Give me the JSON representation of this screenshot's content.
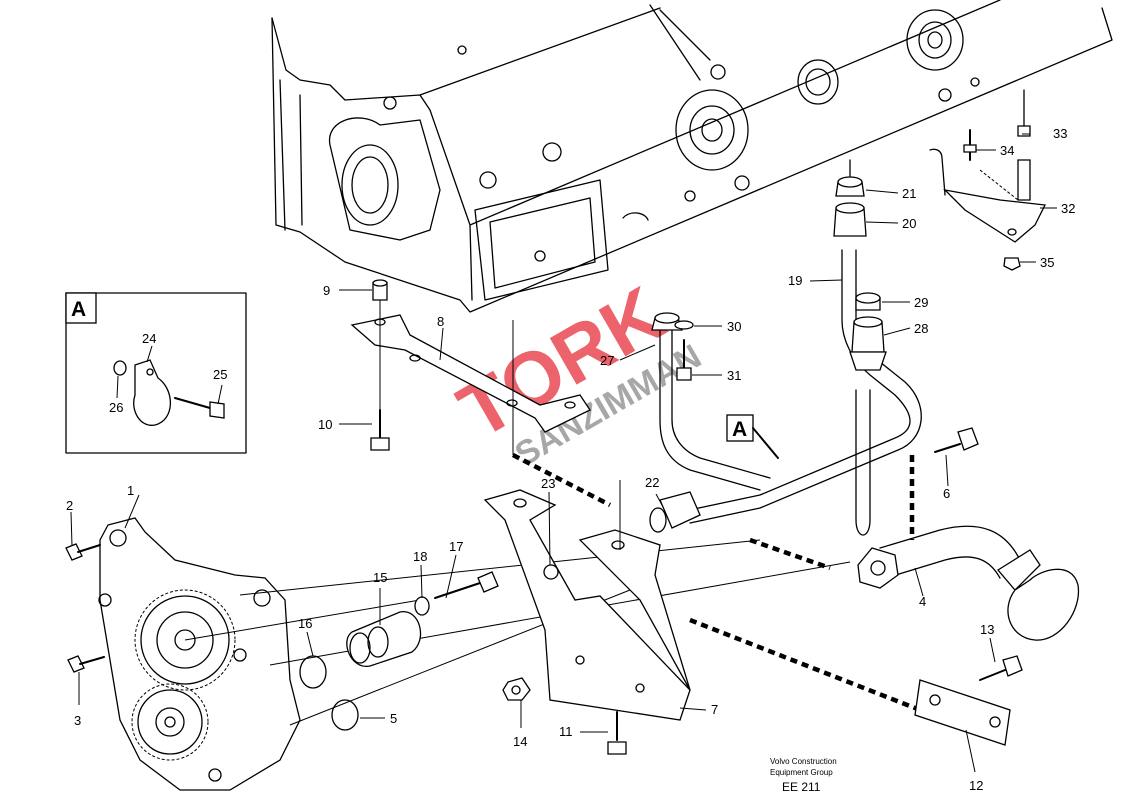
{
  "diagram": {
    "callouts": [
      "1",
      "2",
      "3",
      "4",
      "5",
      "6",
      "7",
      "8",
      "9",
      "10",
      "11",
      "12",
      "13",
      "14",
      "15",
      "16",
      "17",
      "18",
      "19",
      "20",
      "21",
      "22",
      "23",
      "24",
      "25",
      "26",
      "27",
      "28",
      "29",
      "30",
      "31",
      "32",
      "33",
      "34",
      "35"
    ],
    "detail_label": "A",
    "detail_box_label": "A",
    "footer": {
      "line1": "Volvo Construction",
      "line2": "Equipment Group",
      "code": "EE 211"
    },
    "watermark": {
      "text1": "TORK",
      "text2": "SANZIMMAN",
      "colors": {
        "red": "#e8424d",
        "gray": "#8a8a8a"
      }
    }
  }
}
